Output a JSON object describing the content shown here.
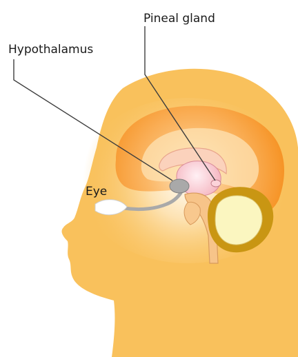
{
  "diagram": {
    "labels": {
      "pineal_gland": "Pineal gland",
      "hypothalamus": "Hypothalamus",
      "eye": "Eye"
    }
  },
  "colors": {
    "head_skin": "#f9c15c",
    "cerebrum": "#f5921e",
    "cerebrum_highlight": "#fde8c3",
    "cerebellum": "#c99613",
    "cerebellum_inner": "#fbf6c0",
    "thalamus": "#f7b8c0",
    "hypothalamus": "#a9a9a9",
    "optic_nerve": "#a9a9a9",
    "eye": "#ffffff",
    "brainstem": "#f7c489",
    "leader_line": "#3d3d3d"
  }
}
